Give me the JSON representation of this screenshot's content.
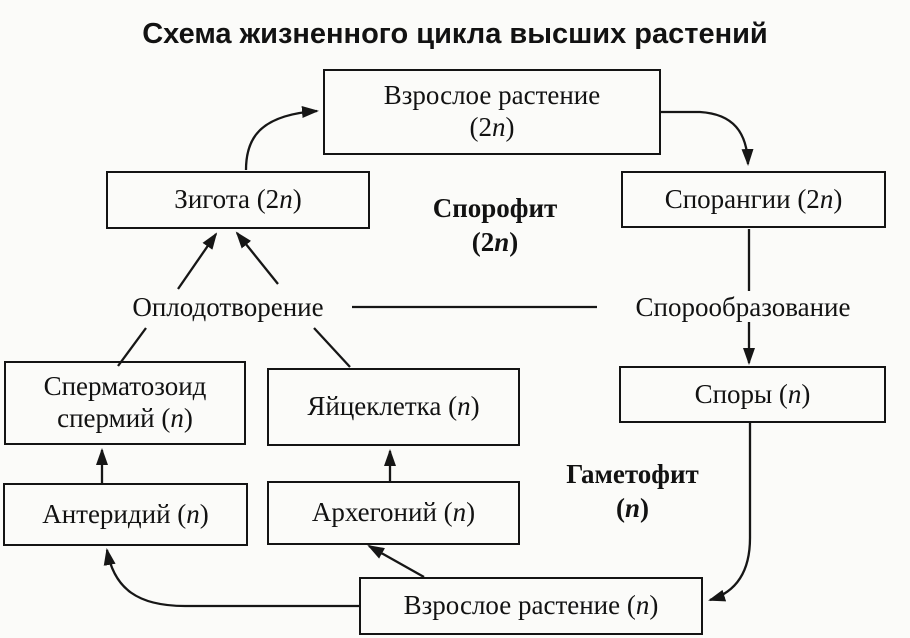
{
  "title": "Схема жизненного цикла высших растений",
  "nodes": {
    "adult_plant_diploid": {
      "name": "Взрослое растение",
      "ploidy": {
        "pre": "(2",
        "var": "n",
        "post": ")"
      }
    },
    "zygote": {
      "name": "Зигота",
      "ploidy": {
        "pre": "(2",
        "var": "n",
        "post": ")"
      }
    },
    "sporangia": {
      "name": "Спорангии",
      "ploidy": {
        "pre": "(2",
        "var": "n",
        "post": ")"
      }
    },
    "sperm": {
      "name_line1": "Сперматозоид",
      "name_line2": "спермий",
      "ploidy": {
        "pre": "(",
        "var": "n",
        "post": ")"
      }
    },
    "egg": {
      "name": "Яйцеклетка",
      "ploidy": {
        "pre": "(",
        "var": "n",
        "post": ")"
      }
    },
    "spores": {
      "name": "Споры",
      "ploidy": {
        "pre": "(",
        "var": "n",
        "post": ")"
      }
    },
    "antheridium": {
      "name": "Антеридий",
      "ploidy": {
        "pre": "(",
        "var": "n",
        "post": ")"
      }
    },
    "archegonium": {
      "name": "Архегоний",
      "ploidy": {
        "pre": "(",
        "var": "n",
        "post": ")"
      }
    },
    "adult_plant_haploid": {
      "name": "Взрослое растение",
      "ploidy": {
        "pre": "(",
        "var": "n",
        "post": ")"
      }
    }
  },
  "labels": {
    "sporophyte": {
      "name": "Спорофит",
      "ploidy": {
        "pre": "(2",
        "var": "n",
        "post": ")"
      }
    },
    "gametophyte": {
      "name": "Гаметофит",
      "ploidy": {
        "pre": "(",
        "var": "n",
        "post": ")"
      }
    },
    "fertilization": "Оплодотворение",
    "sporulation": "Спорообразование"
  },
  "colors": {
    "ink": "#141414",
    "paper": "#fbfbf9"
  }
}
